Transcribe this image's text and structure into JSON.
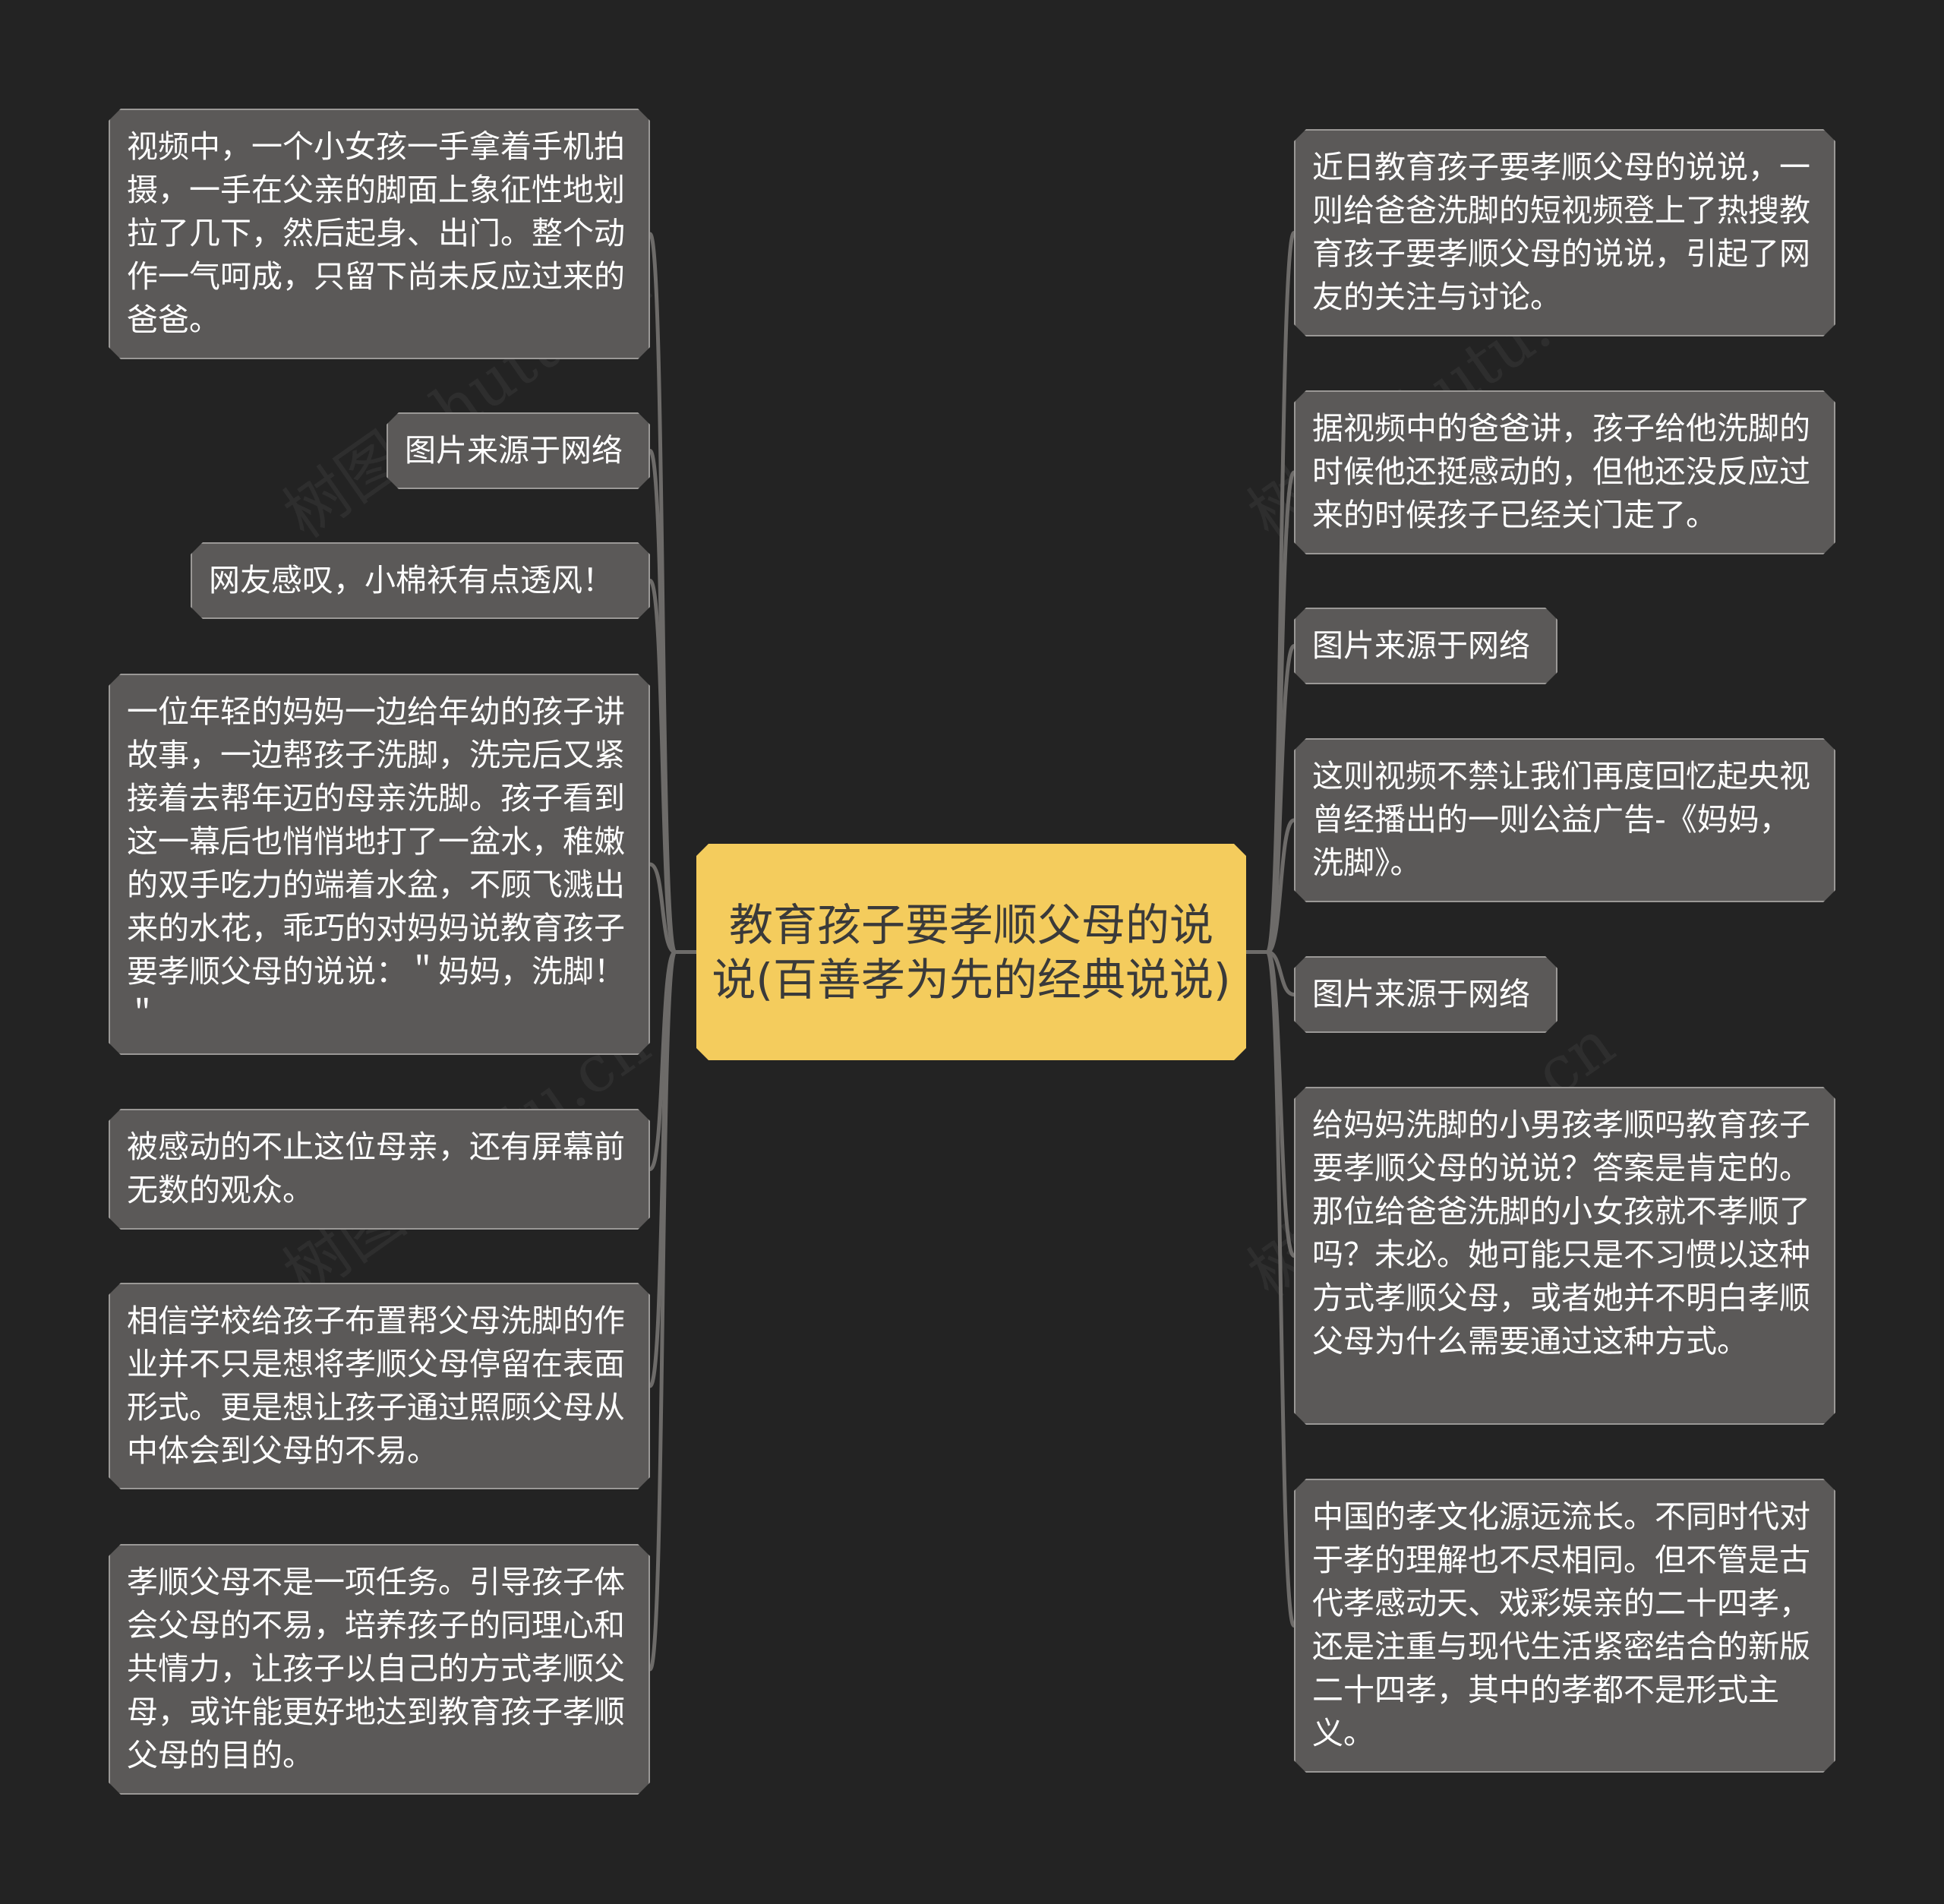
{
  "center": {
    "title": "教育孩子要孝顺父母的说说(百善孝为先的经典说说)"
  },
  "left_nodes": [
    {
      "text": "视频中，一个小女孩一手拿着手机拍摄，一手在父亲的脚面上象征性地划拉了几下，然后起身、出门。整个动作一气呵成，只留下尚未反应过来的爸爸。"
    },
    {
      "text": "图片来源于网络"
    },
    {
      "text": "网友感叹，小棉袄有点透风！"
    },
    {
      "text": "一位年轻的妈妈一边给年幼的孩子讲故事，一边帮孩子洗脚，洗完后又紧接着去帮年迈的母亲洗脚。孩子看到这一幕后也悄悄地打了一盆水，稚嫩的双手吃力的端着水盆，不顾飞溅出来的水花，乖巧的对妈妈说教育孩子要孝顺父母的说说：＂妈妈，洗脚！＂"
    },
    {
      "text": "被感动的不止这位母亲，还有屏幕前无数的观众。"
    },
    {
      "text": "相信学校给孩子布置帮父母洗脚的作业并不只是想将孝顺父母停留在表面形式。更是想让孩子通过照顾父母从中体会到父母的不易。"
    },
    {
      "text": "孝顺父母不是一项任务。引导孩子体会父母的不易，培养孩子的同理心和共情力，让孩子以自己的方式孝顺父母，或许能更好地达到教育孩子孝顺父母的目的。"
    }
  ],
  "right_nodes": [
    {
      "text": "近日教育孩子要孝顺父母的说说，一则给爸爸洗脚的短视频登上了热搜教育孩子要孝顺父母的说说，引起了网友的关注与讨论。"
    },
    {
      "text": "据视频中的爸爸讲，孩子给他洗脚的时候他还挺感动的，但他还没反应过来的时候孩子已经关门走了。"
    },
    {
      "text": "图片来源于网络"
    },
    {
      "text": "这则视频不禁让我们再度回忆起央视曾经播出的一则公益广告-《妈妈，洗脚》。"
    },
    {
      "text": "图片来源于网络"
    },
    {
      "text": "给妈妈洗脚的小男孩孝顺吗教育孩子要孝顺父母的说说？答案是肯定的。那位给爸爸洗脚的小女孩就不孝顺了吗？未必。她可能只是不习惯以这种方式孝顺父母，或者她并不明白孝顺父母为什么需要通过这种方式。"
    },
    {
      "text": "中国的孝文化源远流长。不同时代对于孝的理解也不尽相同。但不管是古代孝感动天、戏彩娱亲的二十四孝，还是注重与现代生活紧密结合的新版二十四孝，其中的孝都不是形式主义。"
    }
  ],
  "watermark": "树图 shutu.cn",
  "colors": {
    "background": "#232323",
    "node_fill": "#5b5958",
    "node_border": "#9a9896",
    "center_fill": "#f4cc5d",
    "edge": "#6d6b69"
  }
}
